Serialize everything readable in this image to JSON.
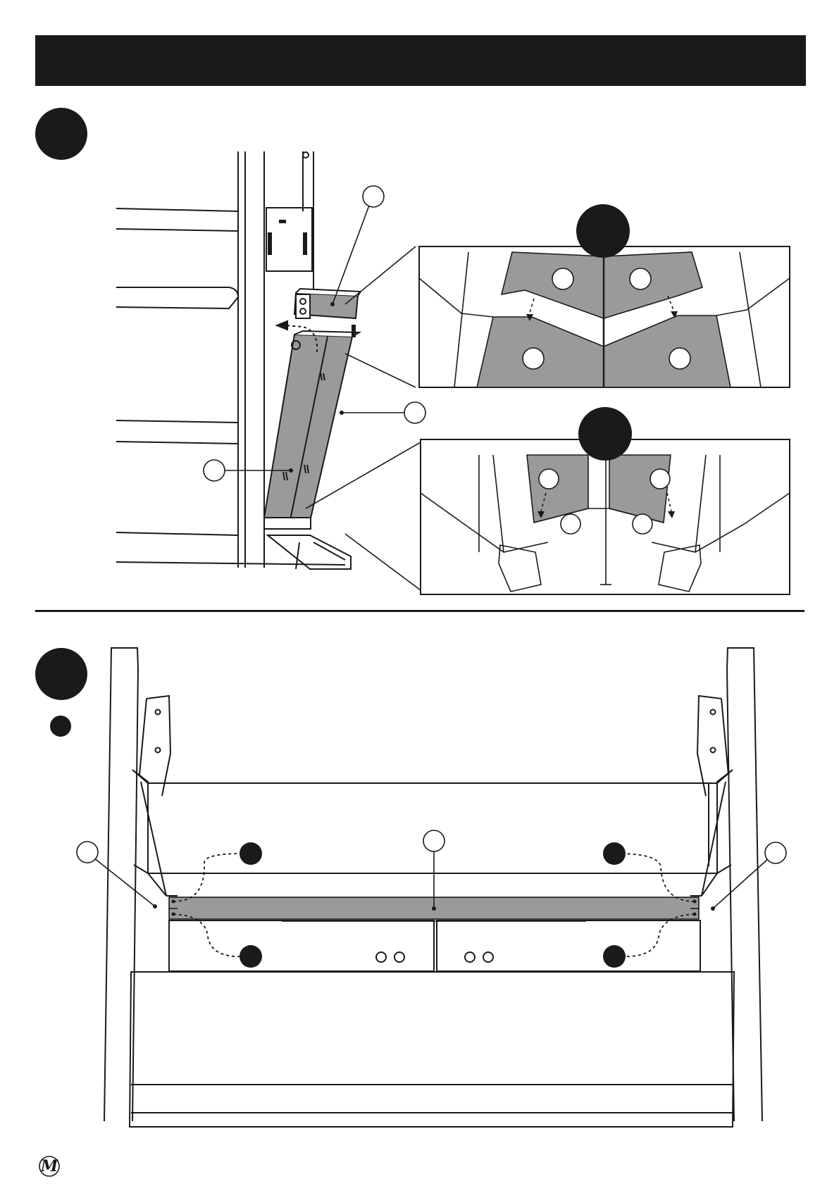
{
  "brand": {
    "logo_letter": "M"
  },
  "colors": {
    "ink": "#1a1a1a",
    "part_fill": "#9a9a9a",
    "paper": "#ffffff"
  },
  "icons": [
    "step-number-badge",
    "callout-circle",
    "part-reference-circle",
    "fastener-marker",
    "motion-arrow",
    "brand-logo"
  ]
}
